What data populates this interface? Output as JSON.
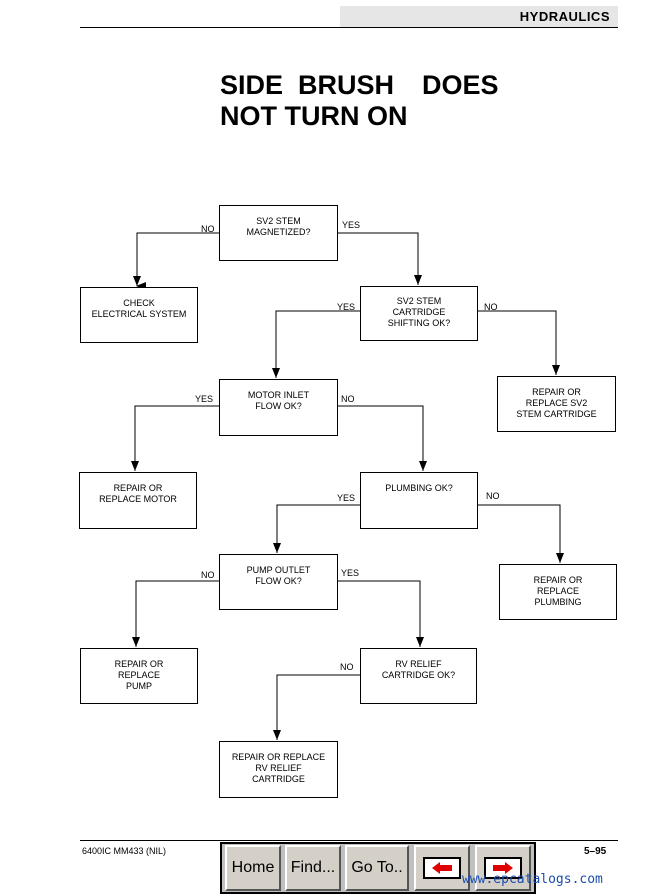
{
  "header": {
    "section": "HYDRAULICS"
  },
  "title": {
    "line1": [
      "SIDE",
      "BRUSH",
      "DOES"
    ],
    "line2": "NOT TURN ON"
  },
  "flowchart": {
    "boxes": {
      "sv2_stem": "SV2 STEM\nMAGNETIZED?",
      "check_electrical": "CHECK\nELECTRICAL SYSTEM",
      "sv2_cartridge": "SV2 STEM\nCARTRIDGE\nSHIFTING OK?",
      "repair_sv2": "REPAIR OR\nREPLACE SV2\nSTEM CARTRIDGE",
      "motor_inlet": "MOTOR INLET\nFLOW OK?",
      "repair_motor": "REPAIR OR\nREPLACE MOTOR",
      "plumbing": "PLUMBING OK?",
      "repair_plumbing": "REPAIR OR\nREPLACE\nPLUMBING",
      "pump_outlet": "PUMP OUTLET\nFLOW OK?",
      "repair_pump": "REPAIR OR\nREPLACE\nPUMP",
      "rv_relief": "RV RELIEF\nCARTRIDGE OK?",
      "repair_rv": "REPAIR OR REPLACE\nRV RELIEF\nCARTRIDGE"
    },
    "yes": "YES",
    "no": "NO"
  },
  "footer": {
    "model": "6400IC MM433 (NIL)",
    "page": "5–95"
  },
  "nav": {
    "home": "Home",
    "find": "Find...",
    "goto": "Go To..",
    "arrow_color": "#e00000"
  },
  "watermark": "www.epcatalogs.com"
}
